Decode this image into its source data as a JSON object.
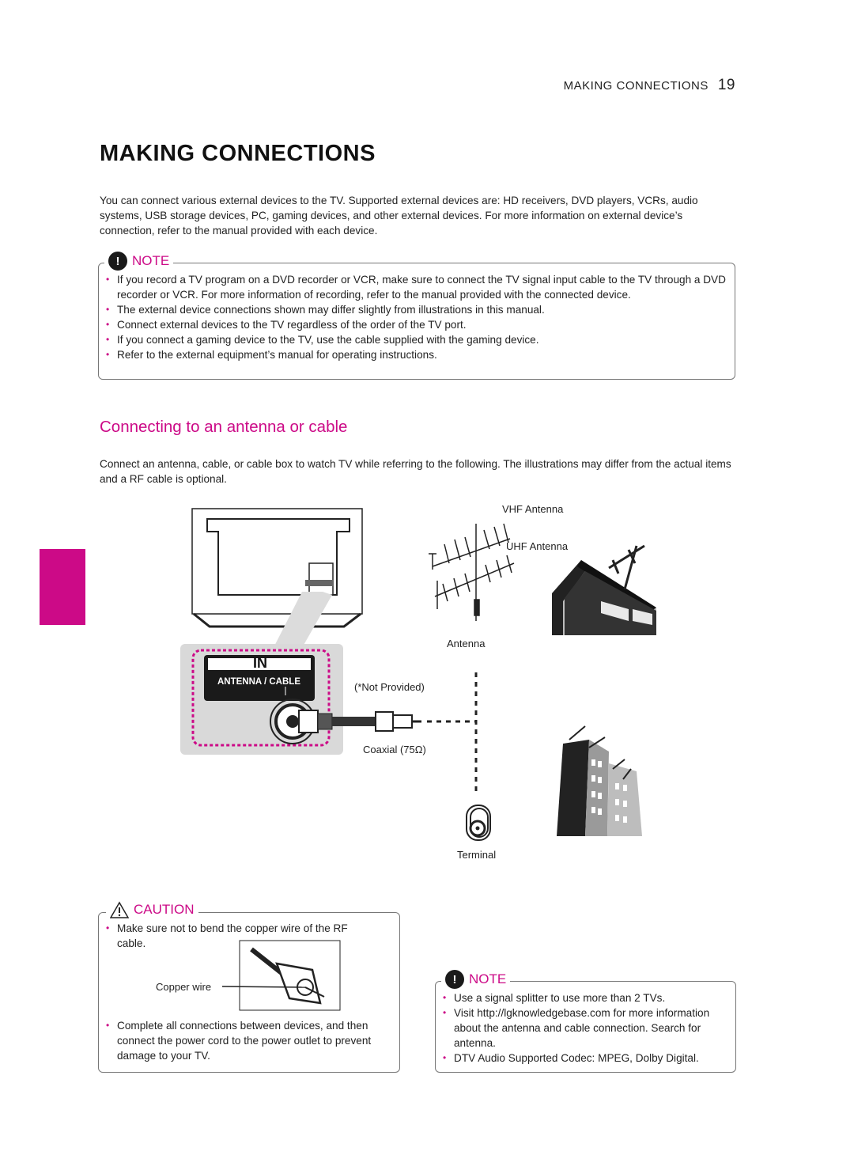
{
  "header": {
    "section": "MAKING CONNECTIONS",
    "page_number": "19"
  },
  "title": "MAKING CONNECTIONS",
  "intro": "You can connect various external devices to the TV. Supported external devices are: HD receivers, DVD players, VCRs, audio systems, USB storage devices, PC, gaming devices, and other external devices. For more information on external device’s connection, refer to the manual provided with each device.",
  "note1": {
    "label": "NOTE",
    "icon": "exclamation-icon",
    "items": [
      "If you record a TV program on a DVD recorder or VCR, make sure to connect the TV signal input cable to the TV through a DVD recorder or VCR. For more information of recording, refer to the manual provided with the connected device.",
      "The external device connections shown may differ slightly from illustrations in this manual.",
      "Connect external devices to the TV regardless of the order of the TV port.",
      "If you connect a gaming device to the TV, use the cable supplied with the gaming device.",
      "Refer to the external equipment’s manual for operating instructions."
    ]
  },
  "section": {
    "title": "Connecting to an antenna or cable",
    "intro": "Connect an antenna, cable, or cable box to watch TV while referring to the following. The illustrations may differ from the actual items and a RF cable is optional."
  },
  "diagram": {
    "vhf_label": "VHF Antenna",
    "uhf_label": "UHF Antenna",
    "antenna_label": "Antenna",
    "port_in_label": "IN",
    "port_name_label": "ANTENNA / CABLE",
    "not_provided_label": "(*Not Provided)",
    "coaxial_label": "Coaxial (75Ω)",
    "terminal_label": "Terminal"
  },
  "caution": {
    "label": "CAUTION",
    "icon": "warning-triangle-icon",
    "item1": "Make sure not to bend the copper wire of the RF cable.",
    "copper_label": "Copper wire",
    "item2": "Complete all connections between devices, and then connect the power cord to the power outlet to prevent damage to your TV."
  },
  "note2": {
    "label": "NOTE",
    "icon": "exclamation-icon",
    "items": [
      "Use a signal splitter to use more than 2 TVs.",
      "Visit http://lgknowledgebase.com for more information about the antenna and cable connection. Search for antenna.",
      "DTV Audio Supported Codec: MPEG, Dolby Digital."
    ]
  },
  "colors": {
    "accent": "#cc0a87",
    "text": "#222222",
    "border": "#777777",
    "panel_gray": "#d9d9d9"
  }
}
